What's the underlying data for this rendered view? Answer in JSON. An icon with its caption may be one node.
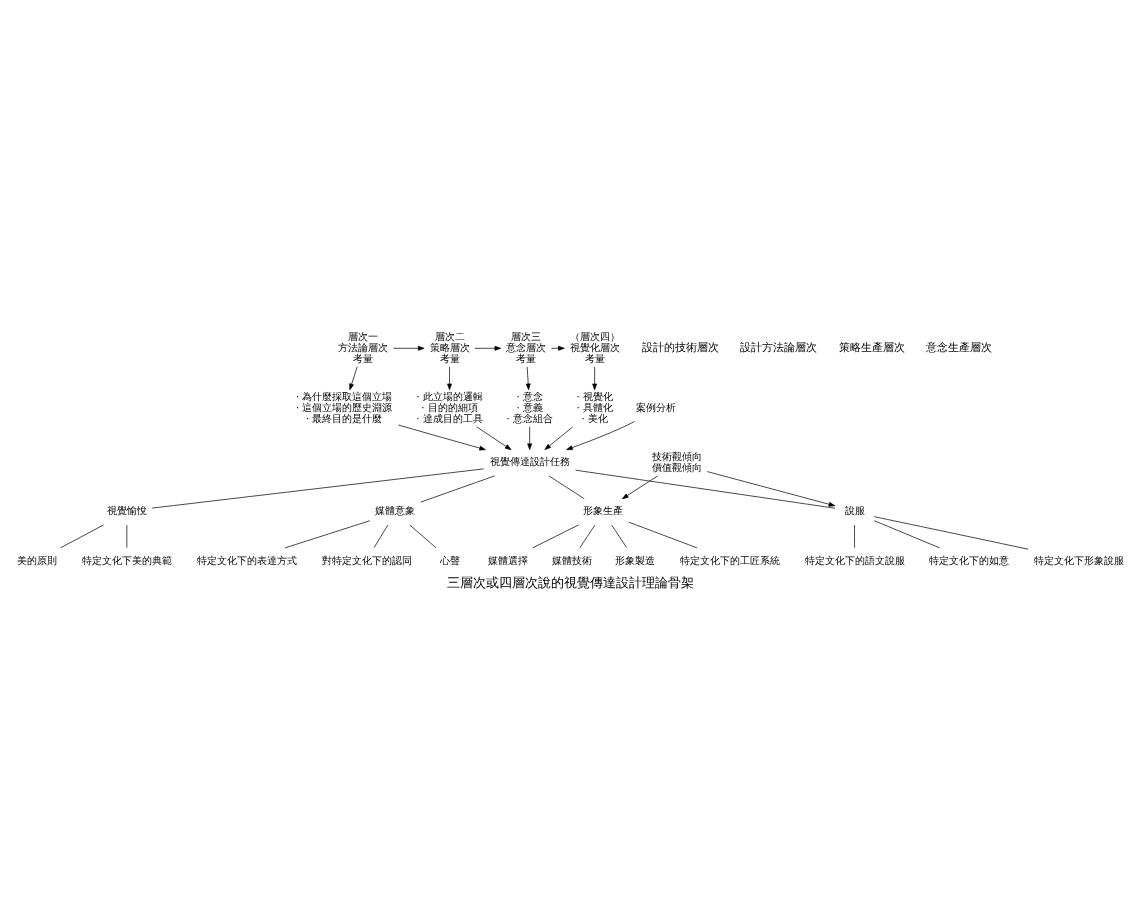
{
  "diagram": {
    "caption": "三層次或四層次說的視覺傳達設計理論骨架",
    "nodes": [
      {
        "text": [
          "層次一",
          "方法論層次",
          "考量"
        ]
      },
      {
        "text": [
          "層次二",
          "策略層次",
          "考量"
        ]
      },
      {
        "text": [
          "層次三",
          "意念層次",
          "考量"
        ]
      },
      {
        "text": [
          "（層次四）",
          "視覺化層次",
          "考量"
        ]
      },
      {
        "text": [
          "· 為什麼採取這個立場",
          "· 這個立場的歷史淵源",
          "· 最終目的是什麼"
        ]
      },
      {
        "text": [
          "· 此立場的邏輯",
          "· 目的的細項",
          "· 達成目的工具"
        ]
      },
      {
        "text": [
          "· 意念",
          "· 意義",
          "· 意念組合"
        ]
      },
      {
        "text": [
          "· 視覺化",
          "· 具體化",
          "· 美化"
        ]
      },
      {
        "text": [
          "視覺傳達設計任務"
        ]
      },
      {
        "text": [
          "案例分析"
        ]
      },
      {
        "text": [
          "視覺愉悅"
        ]
      },
      {
        "text": [
          "形象生產"
        ]
      },
      {
        "text": [
          "技術觀傾向",
          "價值觀傾向"
        ]
      },
      {
        "text": [
          "說服"
        ]
      },
      {
        "text": [
          "媒體意象"
        ]
      },
      {
        "text": [
          "美的原則"
        ]
      },
      {
        "text": [
          "特定文化下美的典範"
        ]
      },
      {
        "text": [
          "媒體選擇"
        ]
      },
      {
        "text": [
          "媒體技術"
        ]
      },
      {
        "text": [
          "形象製造"
        ]
      },
      {
        "text": [
          "特定文化下的工匠系統"
        ]
      },
      {
        "text": [
          "特定文化下的語文說服"
        ]
      },
      {
        "text": [
          "特定文化下的如意"
        ]
      },
      {
        "text": [
          "特定文化下形象說服"
        ]
      },
      {
        "text": [
          "對特定文化下的認同"
        ]
      },
      {
        "text": [
          "心聲"
        ]
      },
      {
        "text": [
          "特定文化下的表達方式"
        ]
      }
    ],
    "edges": [
      {
        "from": 0,
        "to": 1,
        "arrow": "to"
      },
      {
        "from": 1,
        "to": 2,
        "arrow": "to"
      },
      {
        "from": 2,
        "to": 3,
        "arrow": "to"
      },
      {
        "from": 0,
        "to": 4,
        "arrow": "to"
      },
      {
        "from": 1,
        "to": 5,
        "arrow": "to"
      },
      {
        "from": 2,
        "to": 6,
        "arrow": "to"
      },
      {
        "from": 3,
        "to": 7,
        "arrow": "to"
      },
      {
        "from": 4,
        "to": 8,
        "arrow": "to"
      },
      {
        "from": 5,
        "to": 8,
        "arrow": "to"
      },
      {
        "from": 6,
        "to": 8,
        "arrow": "to"
      },
      {
        "from": 7,
        "to": 8,
        "arrow": "to"
      },
      {
        "from": 9,
        "to": 8,
        "arrow": "to"
      },
      {
        "from": 8,
        "to": 10,
        "arrow": "none"
      },
      {
        "from": 8,
        "to": 11,
        "arrow": "none"
      },
      {
        "from": 8,
        "to": 13,
        "arrow": "none"
      },
      {
        "from": 8,
        "to": 14,
        "arrow": "none"
      },
      {
        "from": 12,
        "to": 11,
        "arrow": "to"
      },
      {
        "from": 12,
        "to": 13,
        "arrow": "to"
      },
      {
        "from": 10,
        "to": 15,
        "arrow": "none"
      },
      {
        "from": 10,
        "to": 16,
        "arrow": "none"
      },
      {
        "from": 11,
        "to": 17,
        "arrow": "none"
      },
      {
        "from": 11,
        "to": 18,
        "arrow": "none"
      },
      {
        "from": 11,
        "to": 19,
        "arrow": "none"
      },
      {
        "from": 11,
        "to": 20,
        "arrow": "none"
      },
      {
        "from": 13,
        "to": 21,
        "arrow": "none"
      },
      {
        "from": 13,
        "to": 22,
        "arrow": "none"
      },
      {
        "from": 13,
        "to": 23,
        "arrow": "none"
      },
      {
        "from": 14,
        "to": 24,
        "arrow": "none"
      },
      {
        "from": 14,
        "to": 25,
        "arrow": "none"
      },
      {
        "from": 14,
        "to": 26,
        "arrow": "none"
      }
    ],
    "labels": [
      "設計的技術層次",
      "設計方法論層次",
      "策略生產層次",
      "意念生產層次"
    ]
  }
}
